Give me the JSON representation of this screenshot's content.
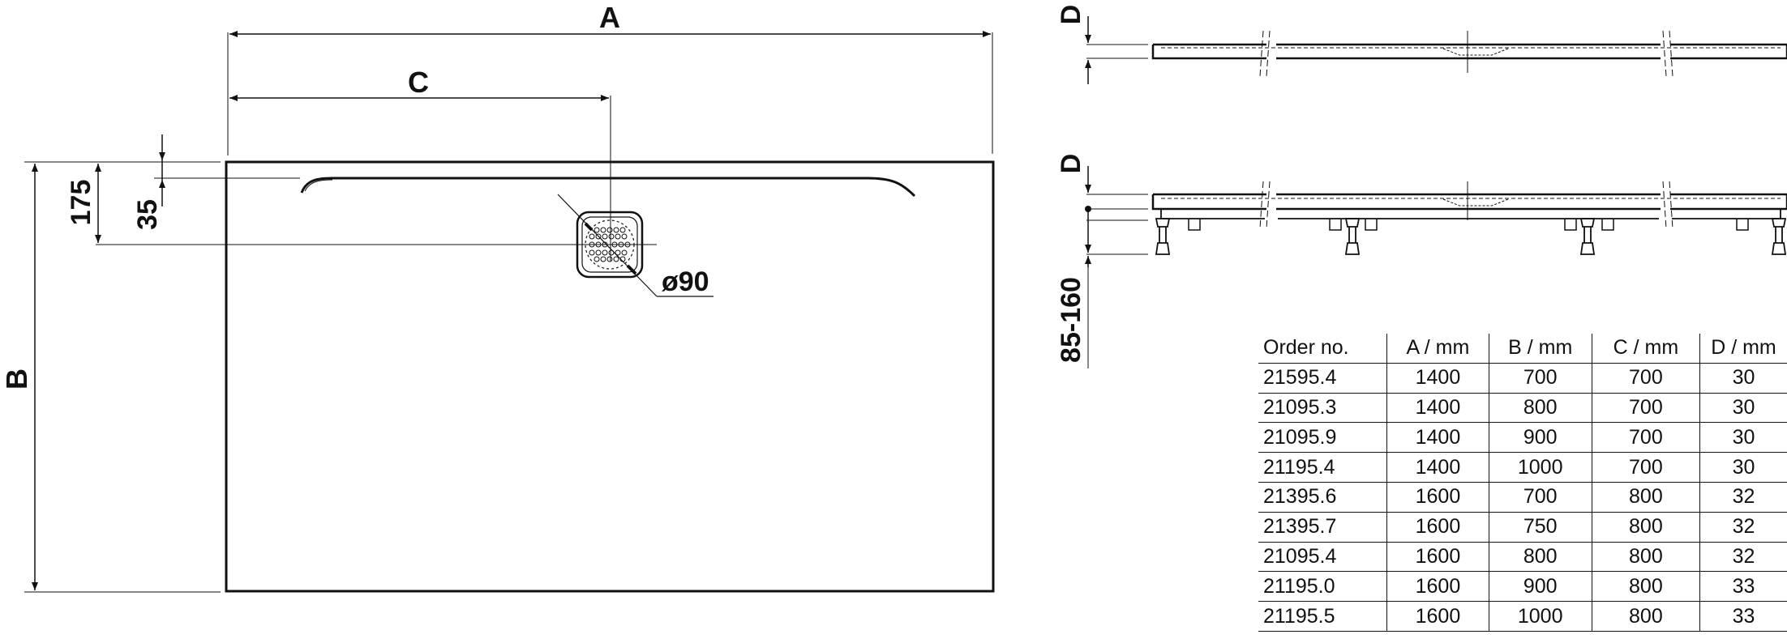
{
  "labels": {
    "dim_a": "A",
    "dim_b": "B",
    "dim_c": "C",
    "dim_d_top": "D",
    "dim_d_side": "D",
    "dim_175": "175",
    "dim_35": "35",
    "dim_drain": "ø90",
    "dim_legs": "85-160"
  },
  "table": {
    "headers": [
      "Order no.",
      "A / mm",
      "B / mm",
      "C / mm",
      "D / mm"
    ],
    "rows": [
      [
        "21595.4",
        "1400",
        "700",
        "700",
        "30"
      ],
      [
        "21095.3",
        "1400",
        "800",
        "700",
        "30"
      ],
      [
        "21095.9",
        "1400",
        "900",
        "700",
        "30"
      ],
      [
        "21195.4",
        "1400",
        "1000",
        "700",
        "30"
      ],
      [
        "21395.6",
        "1600",
        "700",
        "800",
        "32"
      ],
      [
        "21395.7",
        "1600",
        "750",
        "800",
        "32"
      ],
      [
        "21095.4",
        "1600",
        "800",
        "800",
        "32"
      ],
      [
        "21195.0",
        "1600",
        "900",
        "800",
        "33"
      ],
      [
        "21195.5",
        "1600",
        "1000",
        "800",
        "33"
      ]
    ]
  }
}
